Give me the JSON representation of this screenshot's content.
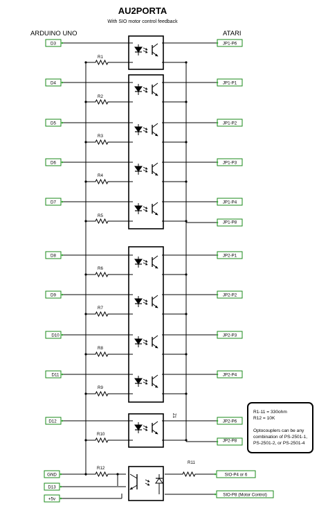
{
  "header": {
    "title": "AU2PORTA",
    "subtitle": "With SIO motor control feedback",
    "left_label": "ARDUINO UNO",
    "right_label": "ATARI"
  },
  "signals": [
    {
      "left": "D3",
      "right": "JP1-P6",
      "resistor": "R1"
    },
    {
      "left": "D4",
      "right": "JP1-P1",
      "resistor": "R2"
    },
    {
      "left": "D5",
      "right": "JP1-P2",
      "resistor": "R3"
    },
    {
      "left": "D6",
      "right": "JP1-P3",
      "resistor": "R4"
    },
    {
      "left": "D7",
      "right": "JP1-P4",
      "resistor": "R5",
      "extra_right": "JP1-P8"
    },
    {
      "left": "D8",
      "right": "JP2-P1",
      "resistor": "R6"
    },
    {
      "left": "D9",
      "right": "JP2-P2",
      "resistor": "R7"
    },
    {
      "left": "D10",
      "right": "JP2-P3",
      "resistor": "R8"
    },
    {
      "left": "D11",
      "right": "JP2-P4",
      "resistor": "R9"
    },
    {
      "left": "D12",
      "right": "JP2-P6",
      "resistor": "R10",
      "extra_right": "JP2-P8"
    }
  ],
  "bottom": {
    "gnd": "GND",
    "d13": "D13",
    "vcc": "+5v",
    "r12": "R12",
    "r11": "R11",
    "sio_motor_a": "SIO-P4 or 6",
    "sio_motor_b": "SIO-P8 (Motor Control)"
  },
  "opto_label": "Z1",
  "note": {
    "lines": [
      "R1-11 = 330ohm",
      "R12 = 10K",
      "",
      "Optocouplers can be any",
      "combination of PS-2501-1,",
      "PS-2501-2, or PS-2501-4"
    ]
  },
  "colors": {
    "pin_box_border": "#1a8a1a",
    "pin_box_fill": "#ffffff",
    "wire": "#000000",
    "pin_dot": "#3aaa3a"
  }
}
